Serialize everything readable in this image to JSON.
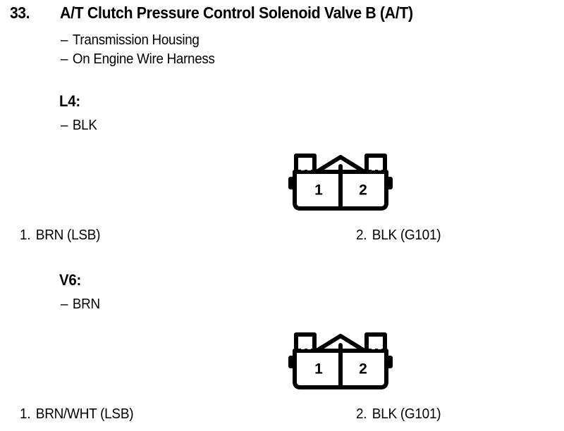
{
  "entry": {
    "number": "33.",
    "title": "A/T Clutch Pressure Control Solenoid Valve B (A/T)",
    "locations": [
      "Transmission Housing",
      "On Engine Wire Harness"
    ],
    "dash": "–"
  },
  "variants": [
    {
      "id": "l4",
      "heading": "L4:",
      "wire_color": "BLK",
      "connector": {
        "cavity_1": "1",
        "cavity_2": "2"
      },
      "pins": [
        {
          "number": "1.",
          "label": "BRN (LSB)"
        },
        {
          "number": "2.",
          "label": "BLK (G101)"
        }
      ]
    },
    {
      "id": "v6",
      "heading": "V6:",
      "wire_color": "BRN",
      "connector": {
        "cavity_1": "1",
        "cavity_2": "2"
      },
      "pins": [
        {
          "number": "1.",
          "label": "BRN/WHT (LSB)"
        },
        {
          "number": "2.",
          "label": "BLK (G101)"
        }
      ]
    }
  ],
  "colors": {
    "ink": "#000000",
    "paper": "#ffffff"
  }
}
